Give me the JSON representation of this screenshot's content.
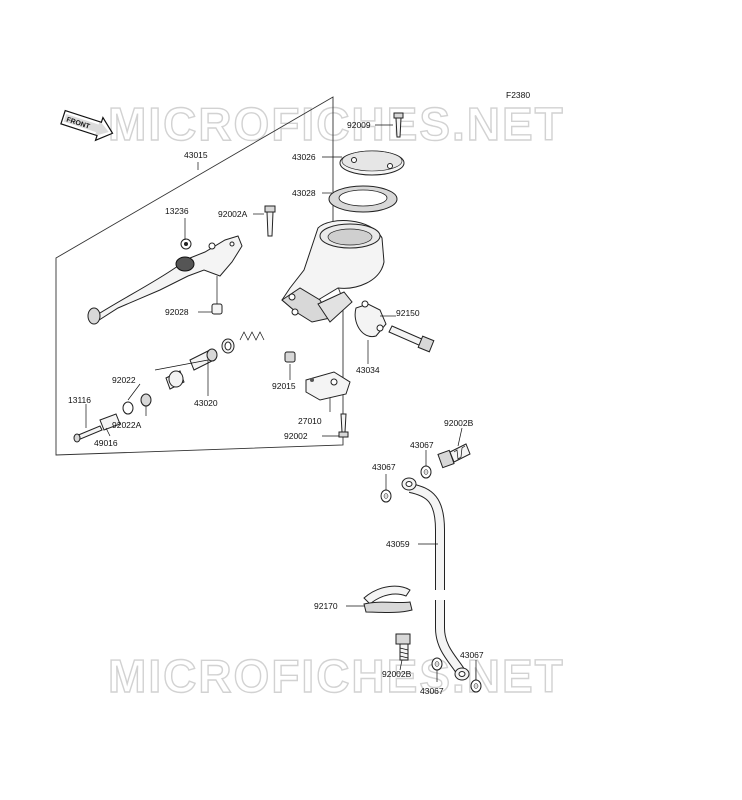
{
  "figure_code": "F2380",
  "watermark": "MICROFICHES.NET",
  "front_label": "FRONT",
  "parts": [
    {
      "id": "92009",
      "key": "p92009"
    },
    {
      "id": "43026",
      "key": "p43026"
    },
    {
      "id": "43015",
      "key": "p43015"
    },
    {
      "id": "43028",
      "key": "p43028"
    },
    {
      "id": "13236",
      "key": "p13236"
    },
    {
      "id": "92002A",
      "key": "p92002a"
    },
    {
      "id": "92150",
      "key": "p92150"
    },
    {
      "id": "92028",
      "key": "p92028"
    },
    {
      "id": "43034",
      "key": "p43034"
    },
    {
      "id": "92015",
      "key": "p92015"
    },
    {
      "id": "92022",
      "key": "p92022"
    },
    {
      "id": "13116",
      "key": "p13116"
    },
    {
      "id": "43020",
      "key": "p43020"
    },
    {
      "id": "92022A",
      "key": "p92022a"
    },
    {
      "id": "27010",
      "key": "p27010"
    },
    {
      "id": "49016",
      "key": "p49016"
    },
    {
      "id": "92002",
      "key": "p92002"
    },
    {
      "id": "92002B",
      "key": "p92002b_top"
    },
    {
      "id": "43067",
      "key": "p43067_a"
    },
    {
      "id": "43067",
      "key": "p43067_b"
    },
    {
      "id": "43059",
      "key": "p43059"
    },
    {
      "id": "92170",
      "key": "p92170"
    },
    {
      "id": "43067",
      "key": "p43067_c"
    },
    {
      "id": "92002B",
      "key": "p92002b_bot"
    },
    {
      "id": "43067",
      "key": "p43067_d"
    }
  ]
}
